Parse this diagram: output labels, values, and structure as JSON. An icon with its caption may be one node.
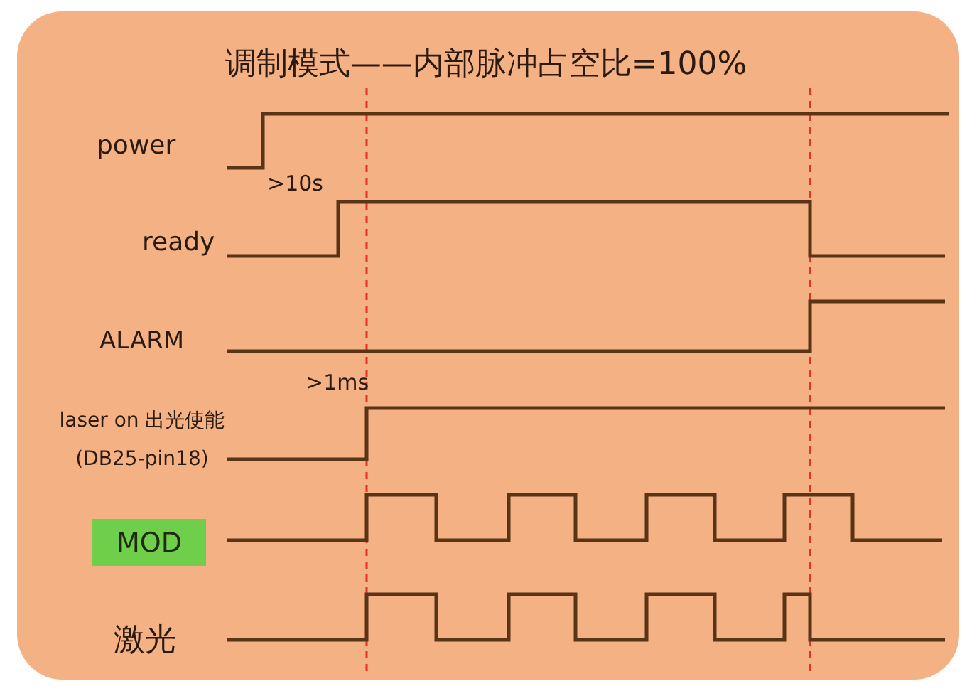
{
  "diagram": {
    "title": "调制模式——内部脉冲占空比=100%",
    "nodes": [
      {
        "text": [
          "MOD"
        ]
      }
    ],
    "labels": [
      "power",
      ">10s",
      "ready",
      "ALARM",
      ">1ms",
      "laser on 出光使能 (DB25-pin18)",
      "激光"
    ]
  }
}
